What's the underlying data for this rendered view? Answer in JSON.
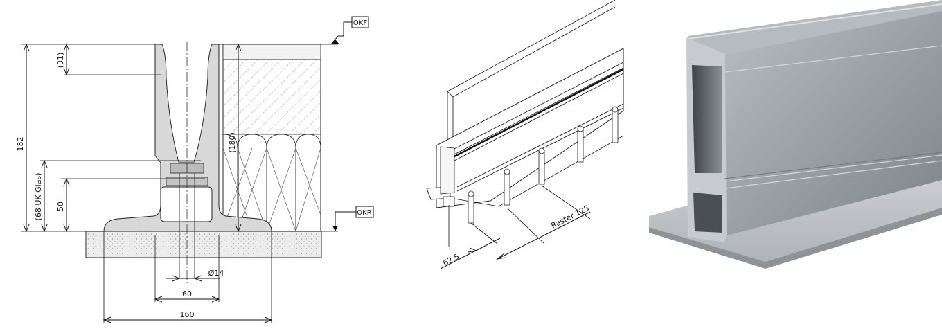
{
  "section_drawing": {
    "level_marks": {
      "top": "OKF",
      "bottom": "OKR"
    },
    "dims": {
      "total_height": "182",
      "top_opening": "(31)",
      "glass_height": "(68 UK Glas)",
      "lower": "50",
      "wall_height": "(180)",
      "hole_dia": "Ø14",
      "width_inner": "60",
      "width_total": "160"
    }
  },
  "iso_drawing": {
    "dims": {
      "raster": "Raster 125",
      "offset": "62,5"
    }
  },
  "colors": {
    "profile_fill": "#d9d9d9",
    "concrete_fill": "#e9e9e9",
    "aluminium_light": "#c9ced3",
    "aluminium_dark": "#7f868c"
  }
}
